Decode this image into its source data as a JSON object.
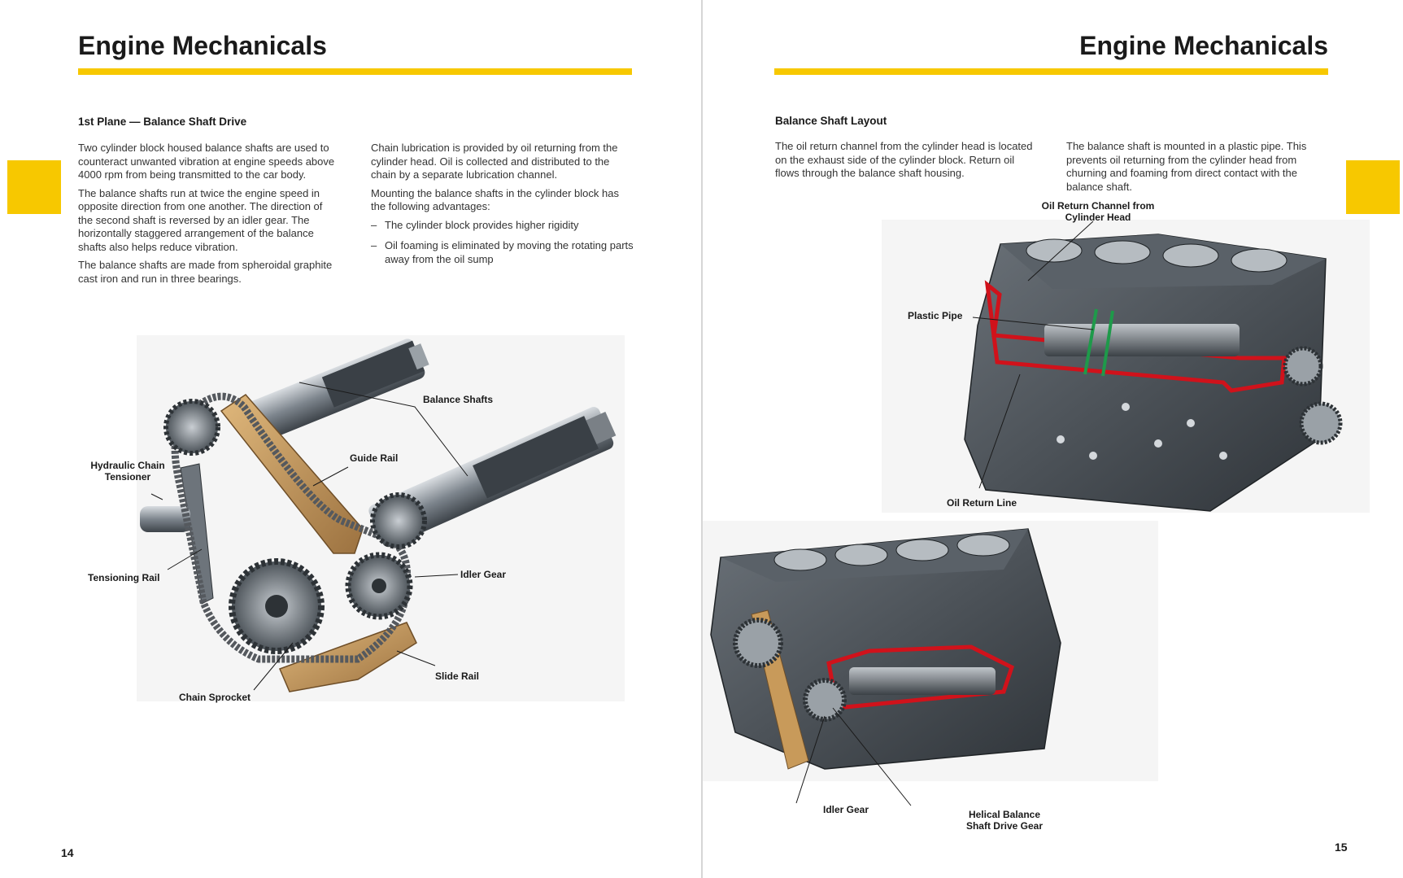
{
  "left_page": {
    "title": "Engine Mechanicals",
    "page_number": "14",
    "section_heading": "1st Plane — Balance Shaft Drive",
    "col1_paragraphs": [
      "Two cylinder block housed balance shafts are used to counteract unwanted vibration at engine speeds above 4000 rpm from being transmitted to the car body.",
      "The balance shafts run at twice the engine speed in opposite direction from one another. The direction of the second shaft is reversed by an idler gear. The horizontally staggered arrangement of the balance shafts also helps reduce vibration.",
      "The balance shafts are made from spheroidal graphite cast iron and run in three bearings."
    ],
    "col2_paragraphs": [
      "Chain lubrication is provided by oil returning from the cylinder head. Oil is collected and distributed to the chain by a separate lubrication channel.",
      "Mounting the balance shafts in the cylinder block has the following advantages:"
    ],
    "col2_list": [
      "The cylinder block provides higher rigidity",
      "Oil foaming is eliminated by moving the rotating parts away from the oil sump"
    ],
    "labels": {
      "balance_shafts": "Balance Shafts",
      "guide_rail": "Guide Rail",
      "hydraulic_tensioner": "Hydraulic Chain Tensioner",
      "tensioning_rail": "Tensioning Rail",
      "idler_gear": "Idler Gear",
      "slide_rail": "Slide Rail",
      "chain_sprocket": "Chain Sprocket"
    }
  },
  "right_page": {
    "title": "Engine Mechanicals",
    "page_number": "15",
    "section_heading": "Balance Shaft Layout",
    "col1_paragraphs": [
      "The oil return channel from the cylinder head is located on the exhaust side of the cylinder block. Return oil flows through the balance shaft housing."
    ],
    "col2_paragraphs": [
      "The balance shaft is mounted in a plastic pipe. This prevents oil returning from the cylinder head from churning and foaming from direct contact with the balance shaft."
    ],
    "labels": {
      "oil_return_channel": "Oil Return Channel from Cylinder Head",
      "plastic_pipe": "Plastic Pipe",
      "oil_return_line": "Oil Return Line",
      "idler_gear": "Idler Gear",
      "helical_gear": "Helical Balance Shaft Drive Gear"
    }
  },
  "colors": {
    "accent_yellow": "#f7c800",
    "cutaway_red": "#d0121b",
    "guide_tan": "#c89a5a",
    "block_gray": "#4c5258"
  }
}
